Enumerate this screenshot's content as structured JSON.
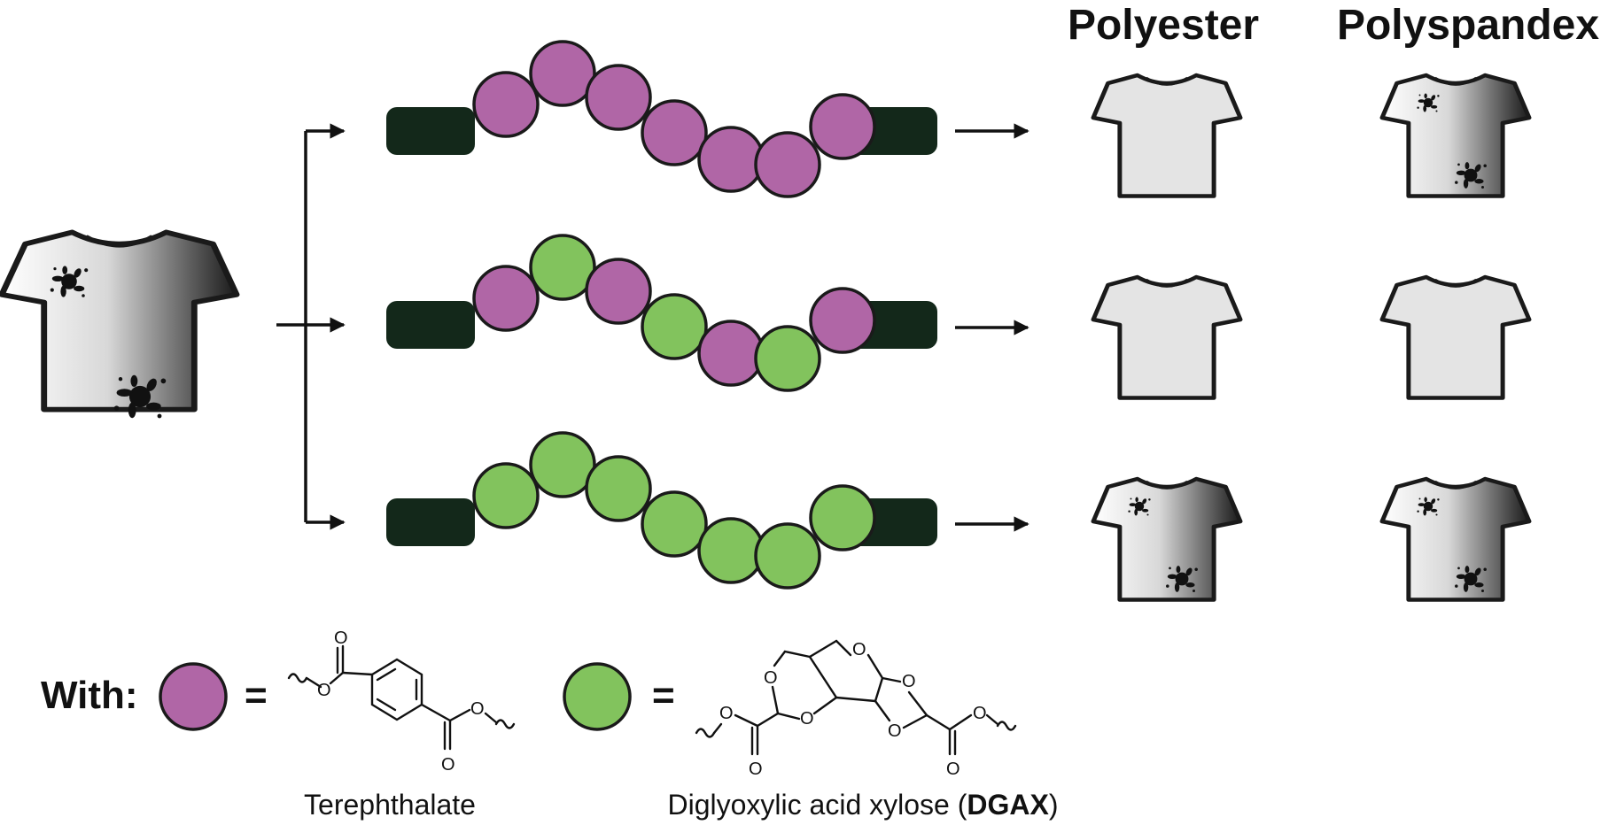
{
  "columns": {
    "polyester": "Polyester",
    "polyspandex": "Polyspandex"
  },
  "colors": {
    "terephthalate": "#b066a6",
    "dgax": "#82c35d",
    "endcap": "#13281a",
    "shirt_clean": "#e4e4e4",
    "outline": "#1a1a1a"
  },
  "chains": [
    {
      "units": [
        "terephthalate",
        "terephthalate",
        "terephthalate",
        "terephthalate",
        "terephthalate",
        "terephthalate",
        "terephthalate"
      ]
    },
    {
      "units": [
        "terephthalate",
        "dgax",
        "terephthalate",
        "dgax",
        "terephthalate",
        "dgax",
        "terephthalate"
      ]
    },
    {
      "units": [
        "dgax",
        "dgax",
        "dgax",
        "dgax",
        "dgax",
        "dgax",
        "dgax"
      ]
    }
  ],
  "results": [
    {
      "polyester": "clean",
      "polyspandex": "stained"
    },
    {
      "polyester": "clean",
      "polyspandex": "clean"
    },
    {
      "polyester": "stained",
      "polyspandex": "stained"
    }
  ],
  "legend": {
    "with_label": "With:",
    "equals": "=",
    "terephthalate_caption": "Terephthalate",
    "dgax_caption_main": "Diglyoxylic acid xylose (",
    "dgax_caption_bold": "DGAX",
    "dgax_caption_end": ")",
    "atom_o": "O"
  },
  "icons": {
    "input_shirt": "stained-shirt-icon",
    "stain": "ink-splat-icon",
    "arrow": "arrow-right-icon"
  }
}
